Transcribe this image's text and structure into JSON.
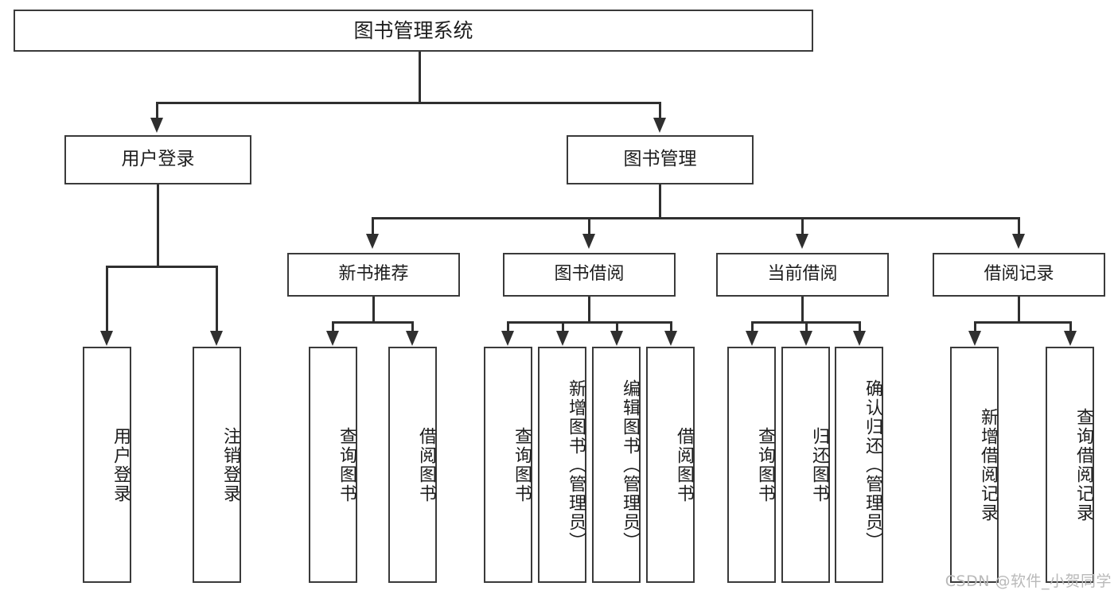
{
  "diagram": {
    "title": "图书管理系统",
    "watermark": "CSDN @软件_小贺同学",
    "root": {
      "label": "图书管理系统"
    },
    "level2": [
      {
        "label": "用户登录"
      },
      {
        "label": "图书管理"
      }
    ],
    "level3": [
      {
        "label": "新书推荐"
      },
      {
        "label": "图书借阅"
      },
      {
        "label": "当前借阅"
      },
      {
        "label": "借阅记录"
      }
    ],
    "leaves": {
      "user_login": [
        {
          "label": "用户登录"
        },
        {
          "label": "注销登录"
        }
      ],
      "new_book_recommend": [
        {
          "label": "查询图书"
        },
        {
          "label": "借阅图书"
        }
      ],
      "book_borrow": [
        {
          "label": "查询图书"
        },
        {
          "label": "新增图书（管理员）"
        },
        {
          "label": "编辑图书（管理员）"
        },
        {
          "label": "借阅图书"
        }
      ],
      "current_borrow": [
        {
          "label": "查询图书"
        },
        {
          "label": "归还图书"
        },
        {
          "label": "确认归还（管理员）"
        }
      ],
      "borrow_record": [
        {
          "label": "新增借阅记录"
        },
        {
          "label": "查询借阅记录"
        }
      ]
    }
  },
  "colors": {
    "stroke": "#3a3a3a",
    "line": "#2f2f2f",
    "background": "#ffffff",
    "text": "#1d1d1d",
    "watermark": "#b9b9b9"
  }
}
